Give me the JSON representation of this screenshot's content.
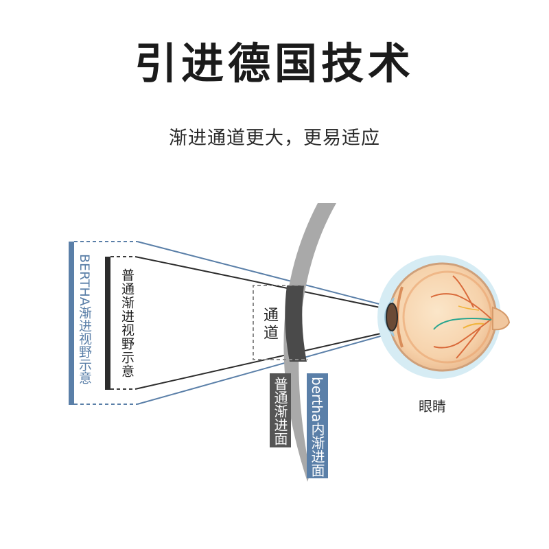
{
  "header": {
    "title": "引进德国技术",
    "subtitle": "渐进通道更大，更易适应"
  },
  "diagram": {
    "bertha_field_label": "BERTHA渐进视野示意",
    "standard_field_label": "普通渐进视野示意",
    "channel_label": "通道",
    "standard_surface_label": "普通渐进面",
    "bertha_surface_label": "bertha内渐进面",
    "eye_label": "眼睛"
  },
  "colors": {
    "bertha_blue": "#5a7fa8",
    "standard_dark": "#3a3a3a",
    "lens_gray": "#a9a9a9"
  }
}
